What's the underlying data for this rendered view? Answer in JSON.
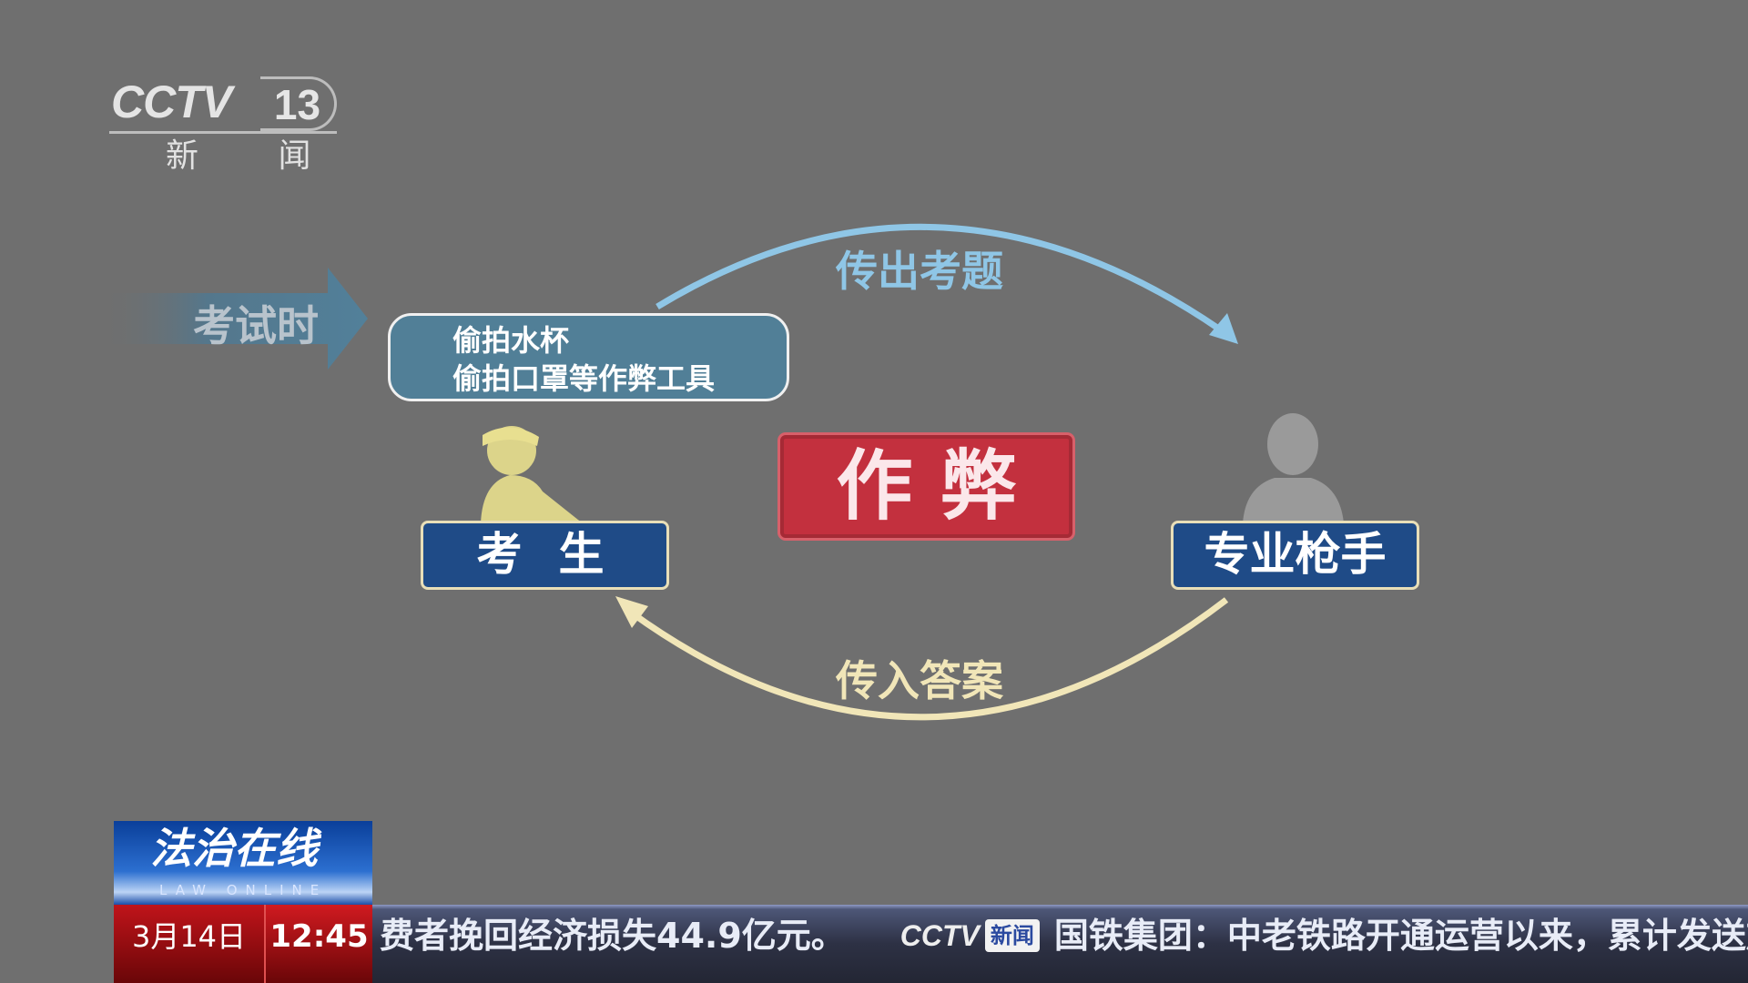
{
  "channel": {
    "brand": "CCTV",
    "number": "13",
    "name": "新 闻"
  },
  "diagram": {
    "stage_label": "考试时",
    "tools": [
      "偷拍水杯",
      "偷拍口罩等作弊工具"
    ],
    "send_label": "传出考题",
    "receive_label": "传入答案",
    "center_label": "作弊",
    "student_label": "考生",
    "gunman_label": "专业枪手"
  },
  "program": {
    "title": "法治在线",
    "subtitle": "LAW ONLINE",
    "date": "3月14日",
    "time": "12:45"
  },
  "ticker": {
    "text_before": "费者挽回经济损失44.9亿元。",
    "logo_brand": "CCTV",
    "logo_tag": "新闻",
    "text_after": "国铁集团：中老铁路开通运营以来，累计发送旅"
  },
  "colors": {
    "background": "#6f6f6f",
    "send_arrow": "#8fc6e6",
    "receive_arrow": "#f1e6b8",
    "cheat": "#c3303e",
    "role": "#1f4b87"
  }
}
